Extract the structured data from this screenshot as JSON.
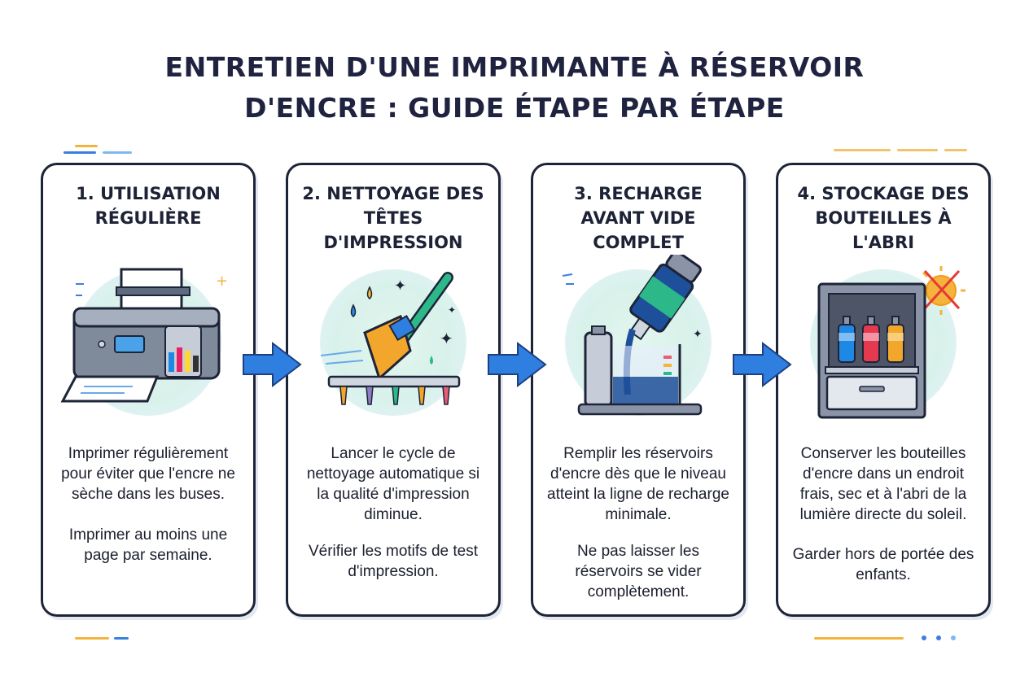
{
  "title": {
    "line1": "ENTRETIEN D'UNE IMPRIMANTE À RÉSERVOIR",
    "line2": "D'ENCRE : GUIDE ÉTAPE PAR ÉTAPE"
  },
  "steps": [
    {
      "title": "1. UTILISATION RÉGULIÈRE",
      "text1": "Imprimer régulièrement pour éviter que l'encre ne sèche dans les buses.",
      "text2": "Imprimer au moins une page par semaine.",
      "icon": "printer-icon"
    },
    {
      "title": "2. NETTOYAGE DES TÊTES D'IMPRESSION",
      "text1": "Lancer le cycle de nettoyage automatique si la qualité d'impression diminue.",
      "text2": "Vérifier les motifs de test d'impression.",
      "icon": "brush-printhead-icon"
    },
    {
      "title": "3. RECHARGE AVANT VIDE COMPLET",
      "text1": "Remplir les réservoirs d'encre dès que le niveau atteint la ligne de recharge minimale.",
      "text2": "Ne pas laisser les réservoirs se vider complètement.",
      "icon": "ink-bottle-refill-icon"
    },
    {
      "title": "4. STOCKAGE DES BOUTEILLES À L'ABRI",
      "text1": "Conserver les bouteilles d'encre dans un endroit frais, sec et à l'abri de la lumière directe du soleil.",
      "text2": "Garder hors de portée des enfants.",
      "icon": "storage-cabinet-icon"
    }
  ],
  "colors": {
    "arrow": "#2f7fe0",
    "border": "#1e2438",
    "accent_yellow": "#f4b400",
    "accent_blue": "#2f7fe0"
  }
}
